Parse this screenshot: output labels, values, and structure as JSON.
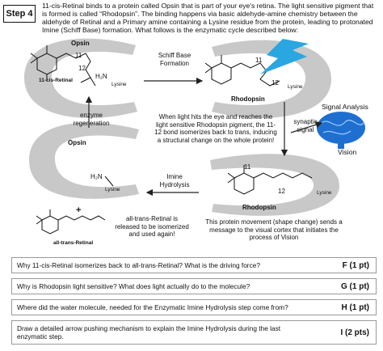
{
  "step_label": "Step 4",
  "intro": "11-cis-Retinal binds to a protein called Opsin that is part of your eye's retina.  The light sensitive pigment that is formed is called “Rhodopsin”.  The binding happens via basic aldehyde-amine chemistry between the aldehyde of Retinal and a Primary amine containing a Lysine residue from the protein, leading to protonated Imine (Schiff Base) formation. What follows is the enzymatic cycle described below:",
  "opsin_top": "Opsin",
  "cis_retinal_label": "11-cis-Retinal",
  "num_11": "11",
  "num_12": "12",
  "lysine": "Lysine",
  "h2n": "H₂N",
  "schiff_base": "Schiff Base\nFormation",
  "rhodopsin_top": "Rhodopsin",
  "signal_analysis": "Signal Analysis",
  "synaptic_signal": "synaptic\nsignal",
  "vision": "Vision",
  "enzyme_regeneration": "enzyme\nregeneration",
  "light_text": "When light hits the eye and reaches the light sensitive Rhodopsin pigment, the 11-12 bond isomerizes back to trans, inducing a structural change on the whole protein!",
  "opsin_bottom": "Opsin",
  "imine_hydrolysis": "Imine\nHydrolysis",
  "rhodopsin_bottom": "Rhodopsin",
  "plus": "+",
  "trans_retinal_label": "all-trans-Retinal",
  "trans_note": "all-trans-Retinal is released to be isomerized and used again!",
  "movement_text": "This protein movement (shape change) sends a message to the visual cortex that initiates the process of Vision",
  "questions": [
    {
      "text": "Why 11-cis-Retinal isomerizes back to all-trans-Retinal? What is the driving force?",
      "points": "F (1 pt)"
    },
    {
      "text": "Why is Rhodopsin light sensitive? What does light actually do to the molecule?",
      "points": "G (1 pt)"
    },
    {
      "text": "Where did the water molecule, needed for the Enzymatic Imine Hydrolysis step come from?",
      "points": "H (1 pt)"
    },
    {
      "text": "Draw a detailed arrow pushing mechanism to explain the Imine Hydrolysis during the last enzymatic step.",
      "points": "I (2 pts)"
    }
  ],
  "colors": {
    "protein_gray": "#c8c8c8",
    "lightning_blue": "#2aa6e0",
    "brain_blue": "#1f6fd0"
  }
}
